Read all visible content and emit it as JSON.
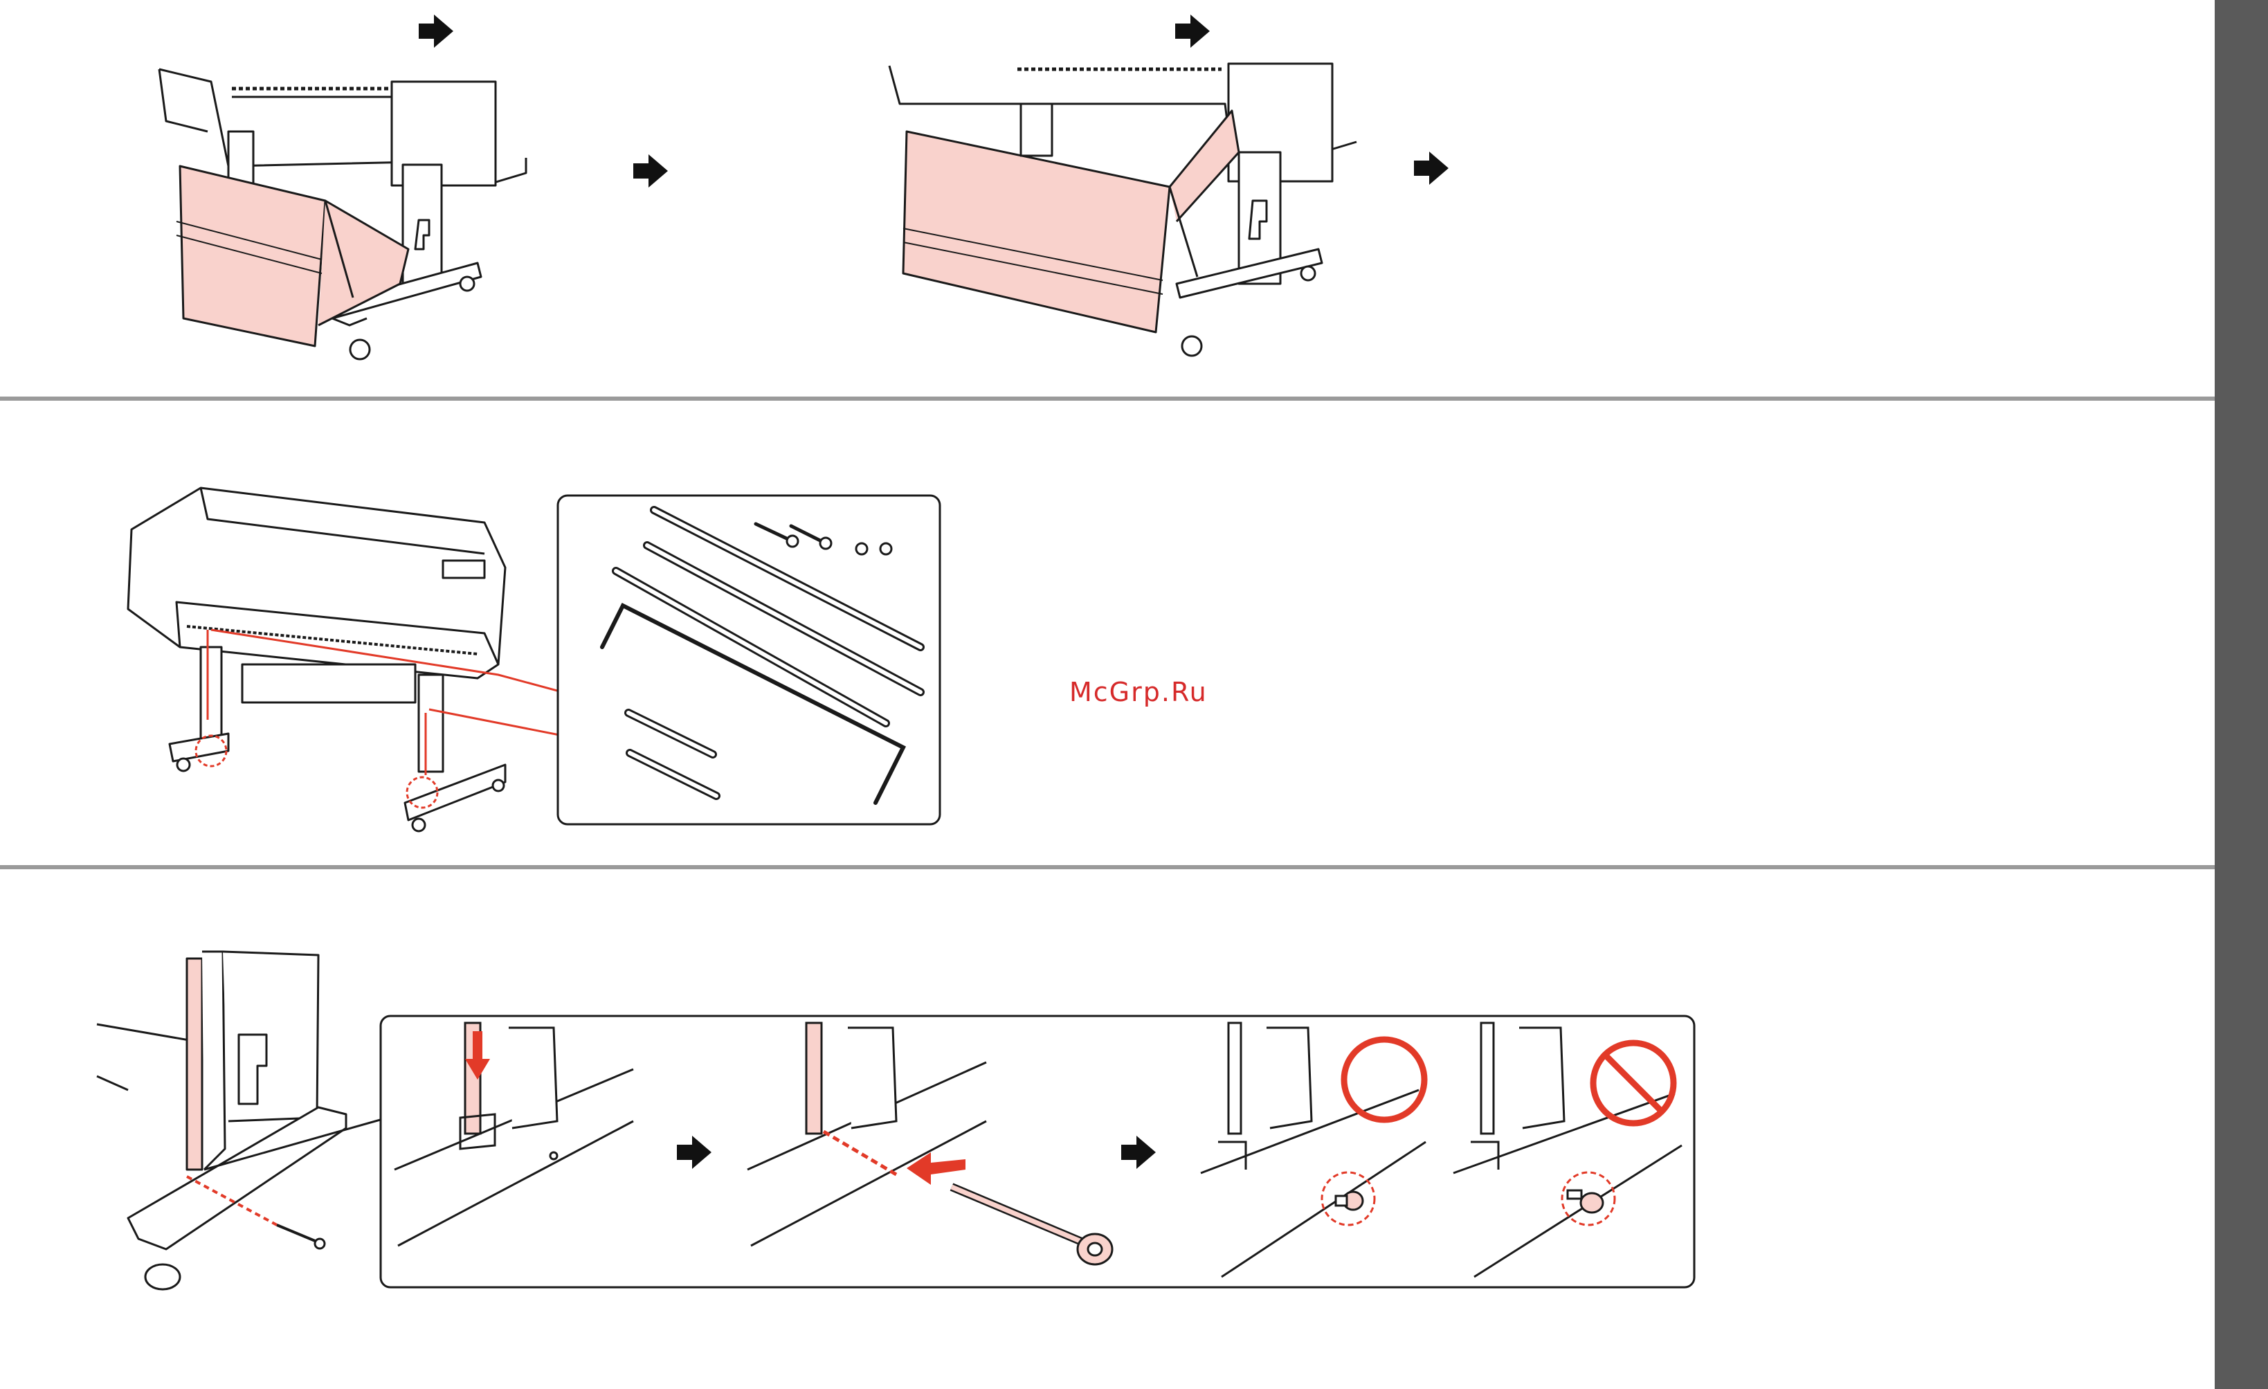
{
  "watermark": {
    "text": "McGrp.Ru",
    "color": "#d62a2a"
  },
  "colors": {
    "highlight_fill": "#f9d2cc",
    "accent_red": "#e23a28",
    "line": "#1a1a1a",
    "side_tab": "#5a5a5a",
    "divider": "#9a9a9a"
  },
  "icons": [
    "arrow-right-icon",
    "ok-circle-icon",
    "prohibited-icon"
  ],
  "sections": [
    {
      "name": "basket-fold-steps"
    },
    {
      "name": "parts-identification"
    },
    {
      "name": "rod-installation-steps"
    }
  ]
}
